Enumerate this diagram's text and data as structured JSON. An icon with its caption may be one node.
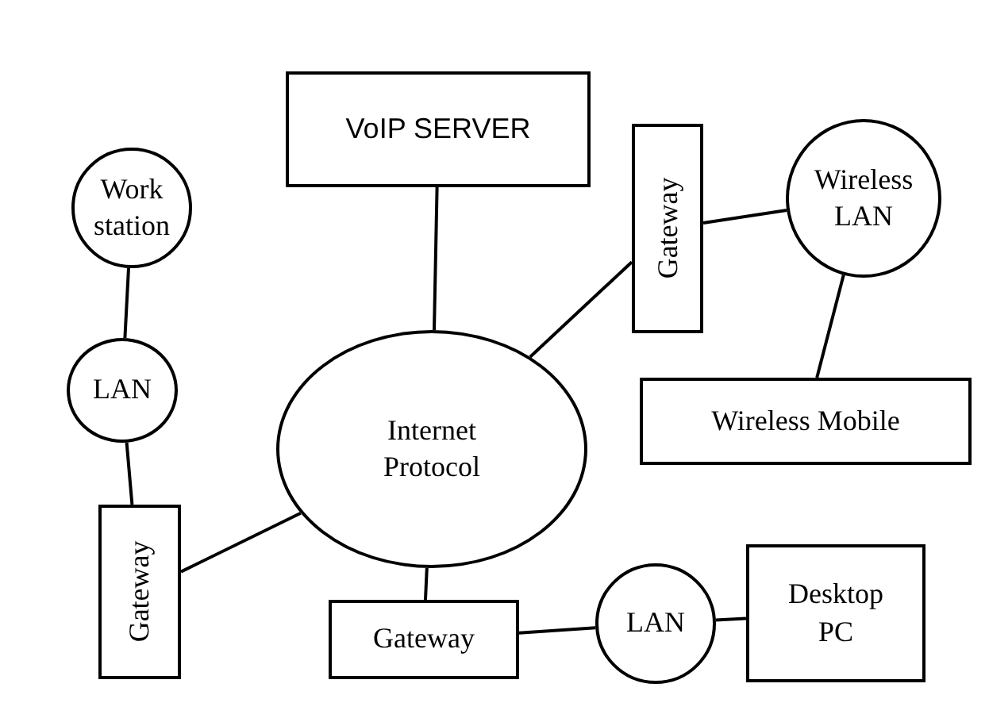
{
  "diagram": {
    "nodes": [
      {
        "text": [
          "Work station"
        ]
      },
      {
        "text": [
          "LAN"
        ]
      },
      {
        "text": [
          "Gateway"
        ]
      },
      {
        "text": [
          "VoIP SERVER"
        ]
      },
      {
        "text": [
          "Internet Protocol"
        ]
      },
      {
        "text": [
          "Gateway"
        ]
      },
      {
        "text": [
          "Wireless LAN"
        ]
      },
      {
        "text": [
          "Wireless Mobile"
        ]
      },
      {
        "text": [
          "Gateway"
        ]
      },
      {
        "text": [
          "LAN"
        ]
      },
      {
        "text": [
          "Desktop PC"
        ]
      }
    ],
    "edges": [
      {
        "from": 0,
        "to": 1,
        "arrow": "none"
      },
      {
        "from": 1,
        "to": 2,
        "arrow": "none"
      },
      {
        "from": 2,
        "to": 4,
        "arrow": "none"
      },
      {
        "from": 3,
        "to": 4,
        "arrow": "none"
      },
      {
        "from": 4,
        "to": 5,
        "arrow": "none"
      },
      {
        "from": 5,
        "to": 6,
        "arrow": "none"
      },
      {
        "from": 6,
        "to": 7,
        "arrow": "none"
      },
      {
        "from": 4,
        "to": 8,
        "arrow": "none"
      },
      {
        "from": 8,
        "to": 9,
        "arrow": "none"
      },
      {
        "from": 9,
        "to": 10,
        "arrow": "none"
      }
    ]
  }
}
